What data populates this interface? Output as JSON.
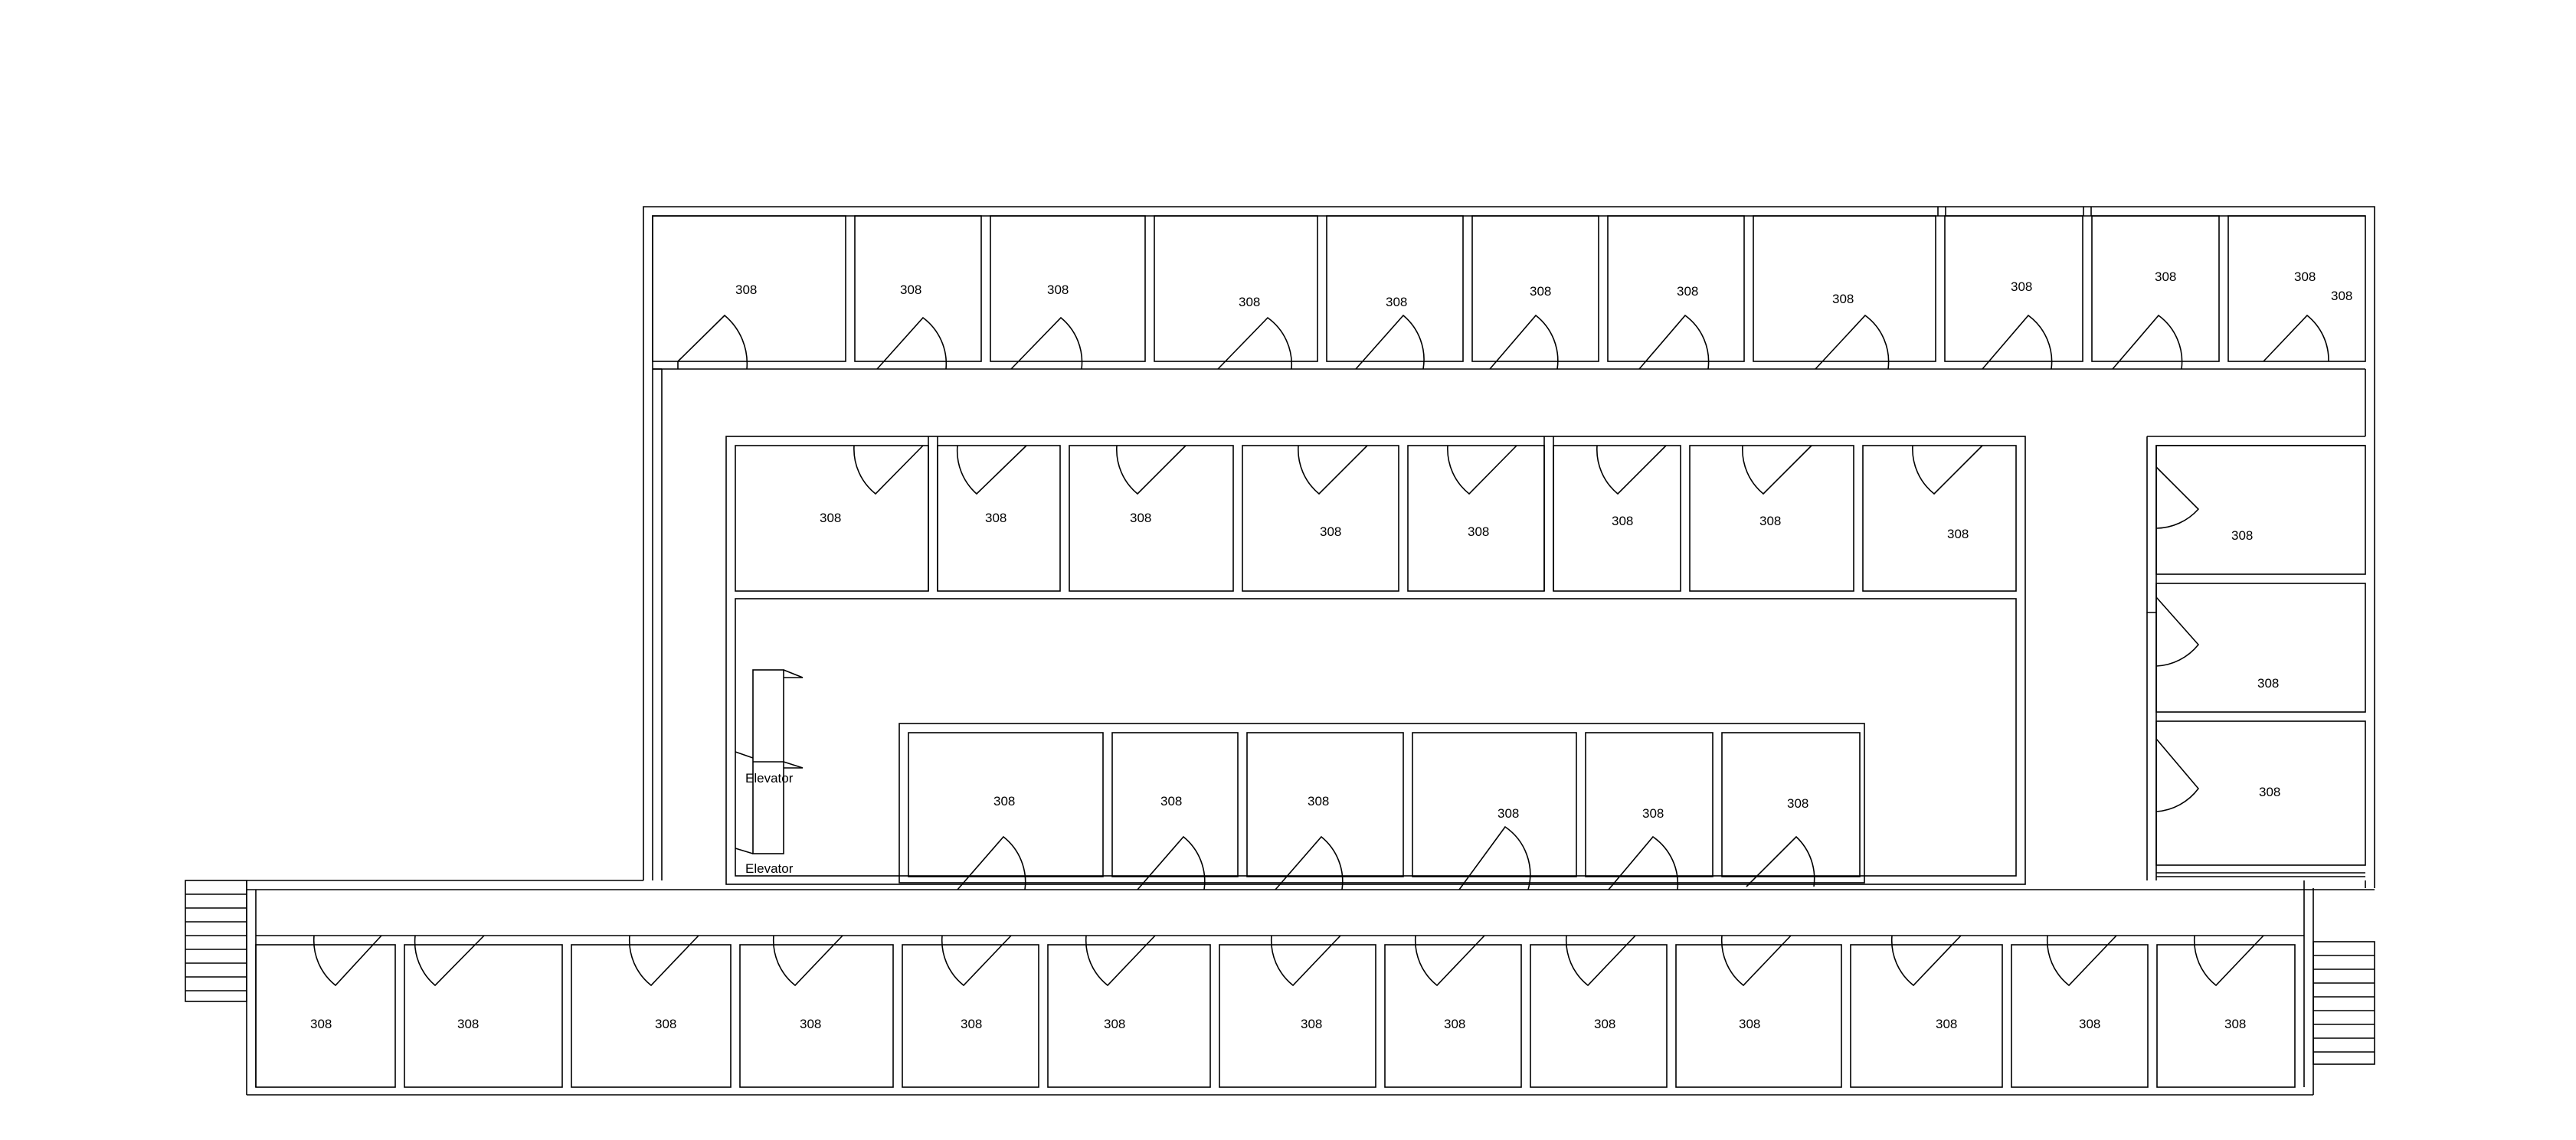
{
  "plan": {
    "stroke_color": "#000000",
    "background": "#ffffff",
    "elevator_labels": [
      "Elevator",
      "Elevator"
    ],
    "rooms": {
      "top_row": [
        "308",
        "308",
        "308",
        "308",
        "308",
        "308",
        "308",
        "308",
        "308",
        "308",
        "308",
        "308"
      ],
      "middle_row": [
        "308",
        "308",
        "308",
        "308",
        "308",
        "308",
        "308",
        "308"
      ],
      "right_column": [
        "308",
        "308",
        "308"
      ],
      "inner_row": [
        "308",
        "308",
        "308",
        "308",
        "308",
        "308"
      ],
      "bottom_row": [
        "308",
        "308",
        "308",
        "308",
        "308",
        "308",
        "308",
        "308",
        "308",
        "308",
        "308",
        "308",
        "308"
      ]
    }
  }
}
